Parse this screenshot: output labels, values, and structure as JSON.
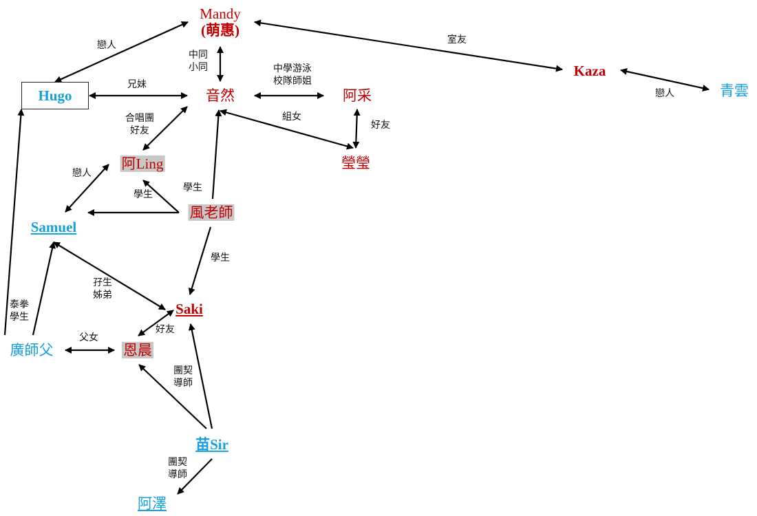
{
  "nodes": {
    "mandy": {
      "line1": "Mandy",
      "line2": "(萌惠)"
    },
    "kaza": "Kaza",
    "qingyun": "青雲",
    "hugo": "Hugo",
    "yinran": "音然",
    "acai": "阿采",
    "yingying": "瑩瑩",
    "aling": "阿Ling",
    "samuel": "Samuel",
    "feng": "風老師",
    "saki": "Saki",
    "guang": "廣師父",
    "enchen": "恩晨",
    "miao": "苗Sir",
    "aze": "阿澤"
  },
  "edges": {
    "lovers_hugo_mandy": "戀人",
    "roommate": "室友",
    "lovers_kaza_qingyun": "戀人",
    "classmates": {
      "l1": "中同",
      "l2": "小同"
    },
    "siblings": "兄妹",
    "swim": {
      "l1": "中學游泳",
      "l2": "校隊師姐"
    },
    "choir": {
      "l1": "合唱團",
      "l2": "好友"
    },
    "group_daughter": "組女",
    "good_friend_acai": "好友",
    "lovers_aling_samuel": "戀人",
    "student_aling": "學生",
    "student_yinran": "學生",
    "student_saki": "學生",
    "cousins": {
      "l1": "孖生",
      "l2": "姊弟"
    },
    "taekwondo": {
      "l1": "泰拳",
      "l2": "學生"
    },
    "father_daughter": "父女",
    "good_friend_saki": "好友",
    "mentor_enchen": {
      "l1": "團契",
      "l2": "導師"
    },
    "mentor_aze": {
      "l1": "團契",
      "l2": "導師"
    }
  },
  "colors": {
    "red": "#c00000",
    "blue": "#14a0dc",
    "line": "#000000",
    "shade": "#c8c8c8"
  }
}
